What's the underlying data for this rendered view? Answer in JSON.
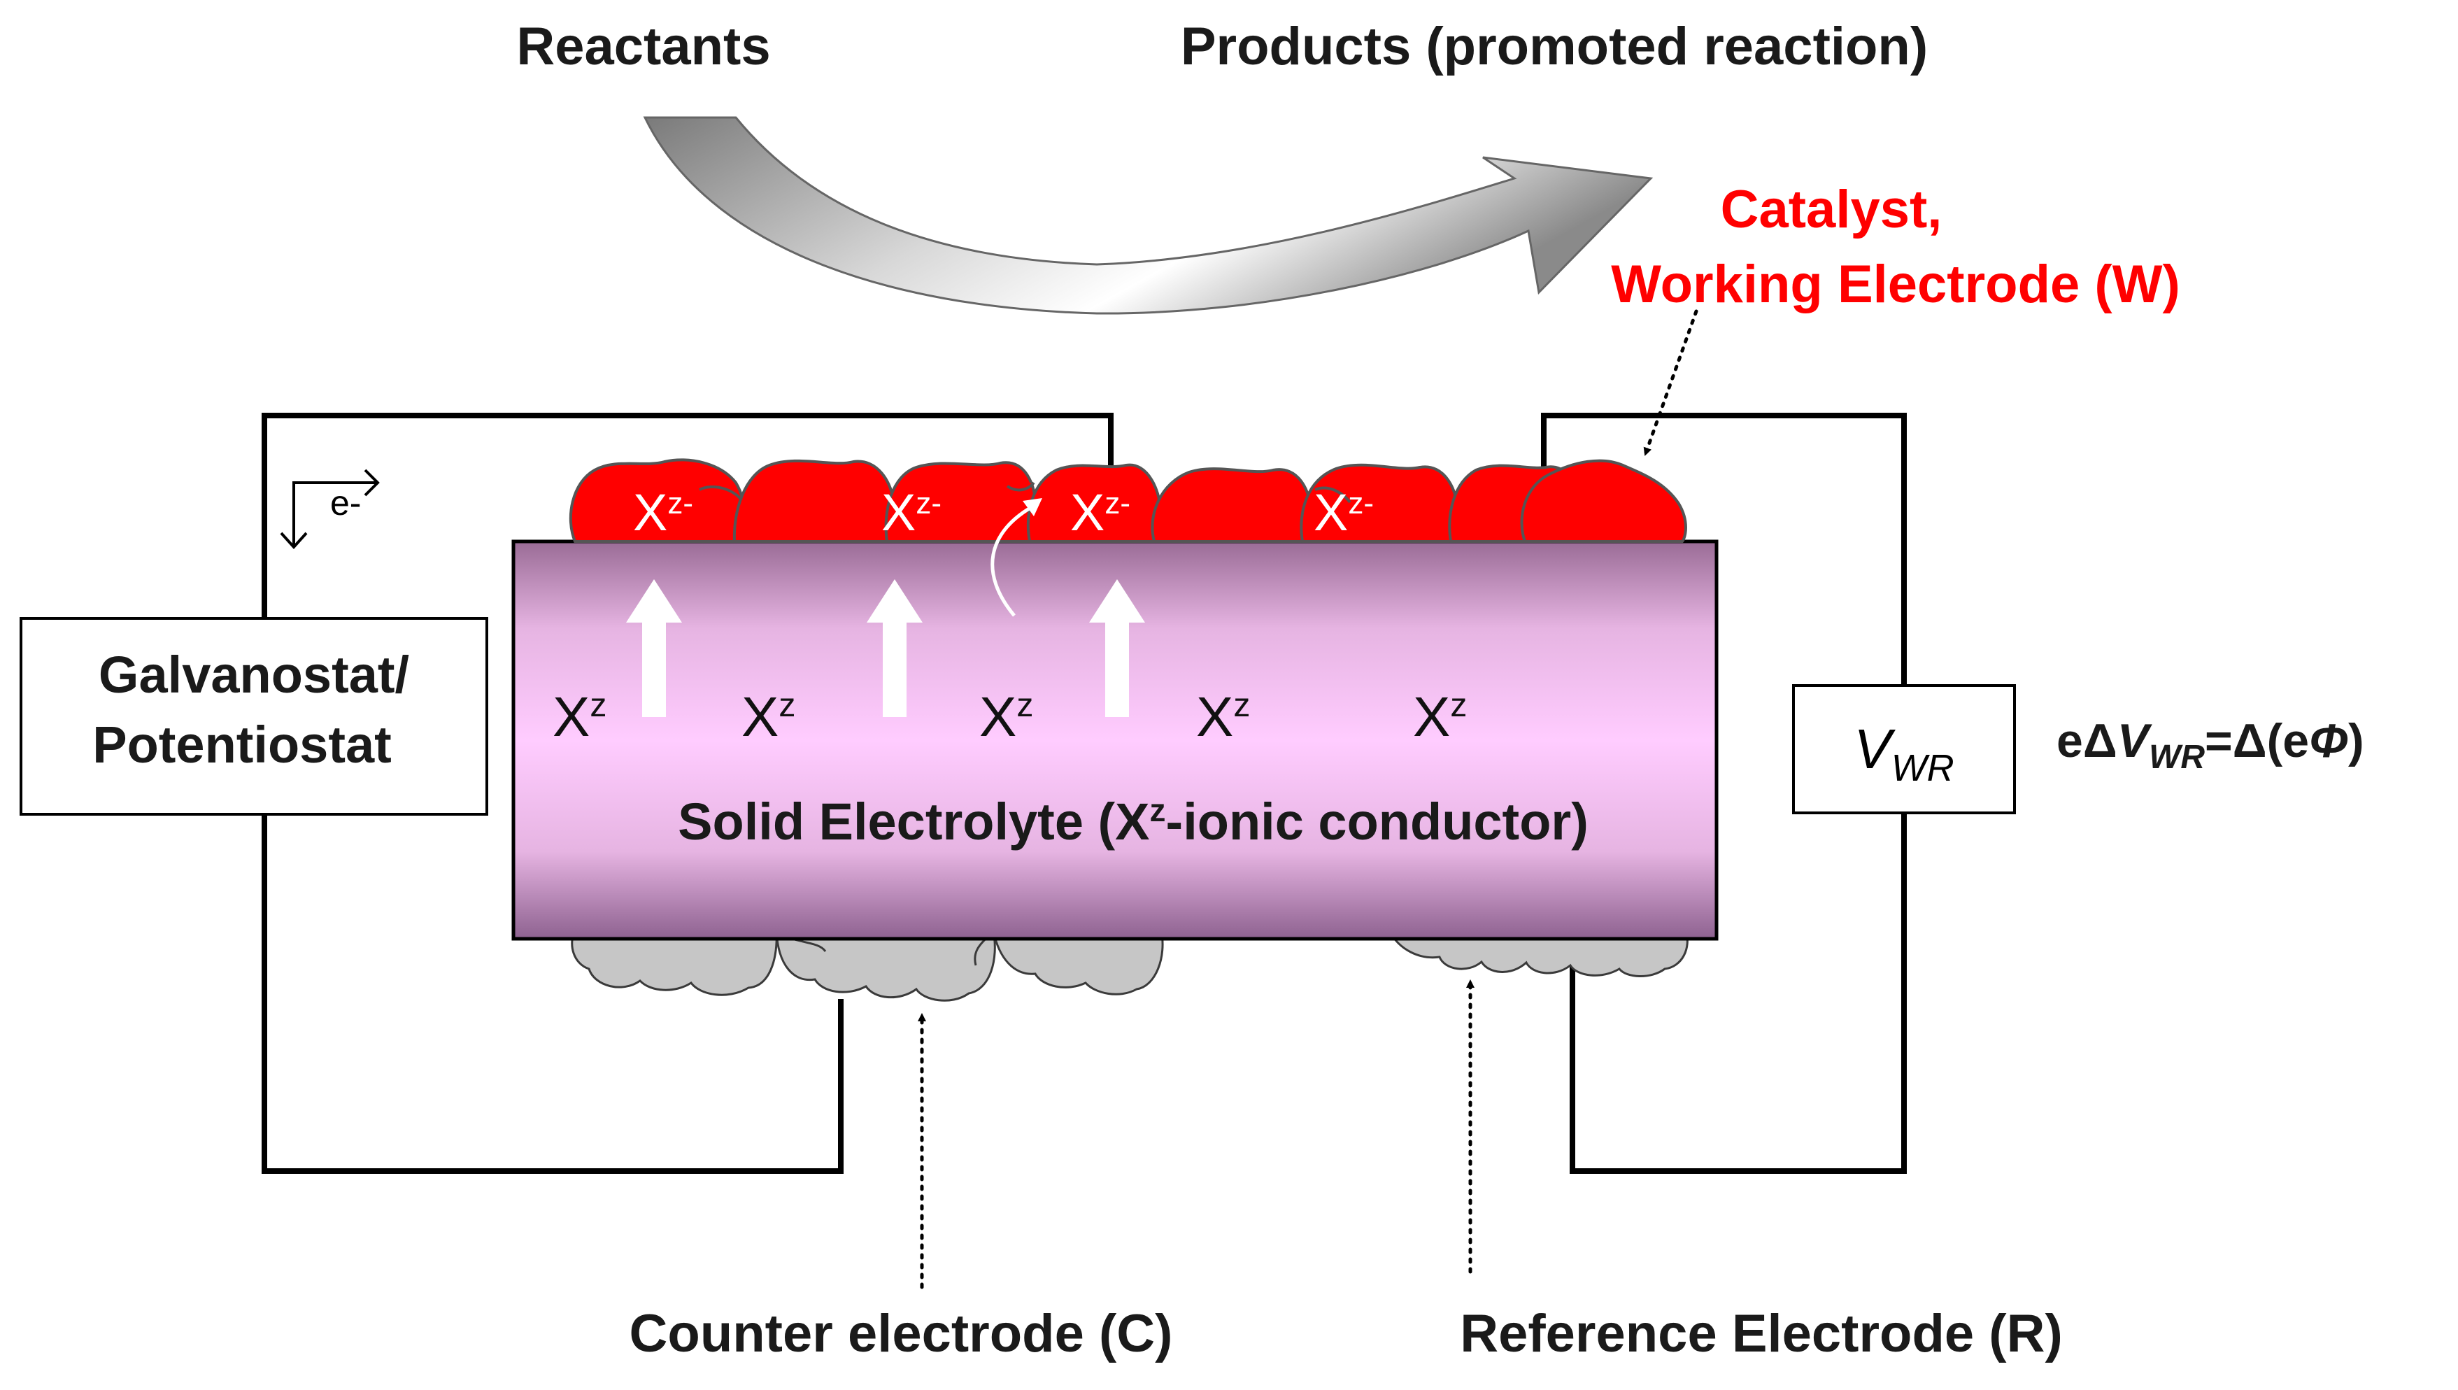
{
  "labels": {
    "reactants": "Reactants",
    "products": "Products (promoted reaction)",
    "catalyst_line1": "Catalyst,",
    "catalyst_line2": "Working Electrode (W)",
    "galvanostat_line1": "Galvanostat/",
    "galvanostat_line2": "Potentiostat",
    "electron": "e-",
    "vwr_main": "V",
    "vwr_sub": "WR",
    "eq_e": "e",
    "eq_delta": "Δ",
    "eq_v": "V",
    "eq_sub": "WR",
    "eq_rest": "=Δ(e",
    "eq_phi": "Φ",
    "eq_close": ")",
    "electrolyte_pre": "Solid Electrolyte (X",
    "electrolyte_sup": "z",
    "electrolyte_post": "-ionic conductor)",
    "counter": "Counter electrode (C)",
    "reference": "Reference Electrode (R)"
  },
  "ions": {
    "symbol": "X",
    "surface_charge": "z-",
    "bulk_charge": "z"
  },
  "colors": {
    "catalyst": "#ff0000",
    "electrode_gray": "#c6c6c6",
    "electrolyte_light": "#ffccff",
    "electrolyte_dark": "#9a6c96"
  }
}
